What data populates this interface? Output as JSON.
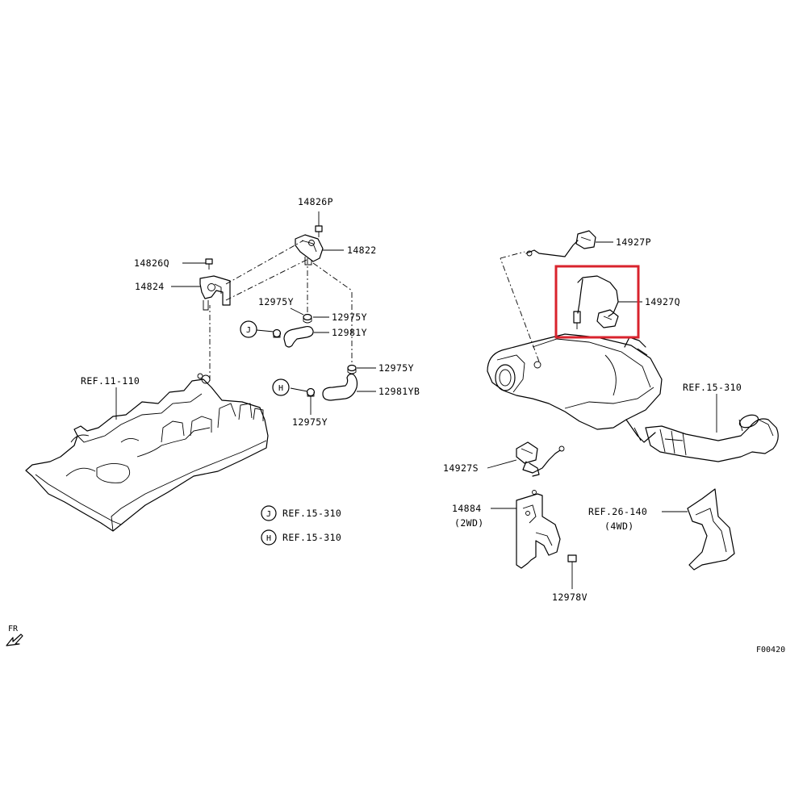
{
  "part_labels": {
    "p14826p": "14826P",
    "p14822": "14822",
    "p14826q": "14826Q",
    "p14824": "14824",
    "p12975y_a": "12975Y",
    "p12975y_b": "12975Y",
    "p12981y": "12981Y",
    "p12975y_c": "12975Y",
    "p12981yb": "12981YB",
    "p12975y_d": "12975Y",
    "p14927p": "14927P",
    "p14927q": "14927Q",
    "p14927s": "14927S",
    "p14884": "14884",
    "p14884_note": "(2WD)",
    "p12978v": "12978V"
  },
  "references": {
    "ref_11_110": "REF.11-110",
    "ref_15_310_exhaust": "REF.15-310",
    "ref_26_140": "REF.26-140",
    "ref_26_140_note": "(4WD)",
    "ref_j": "REF.15-310",
    "ref_h": "REF.15-310"
  },
  "callouts": {
    "j": "J",
    "h": "H",
    "legend_j": "J",
    "legend_h": "H"
  },
  "direction": {
    "label": "FR"
  },
  "figure_id": "F00420",
  "highlight_color": "#d9232d"
}
